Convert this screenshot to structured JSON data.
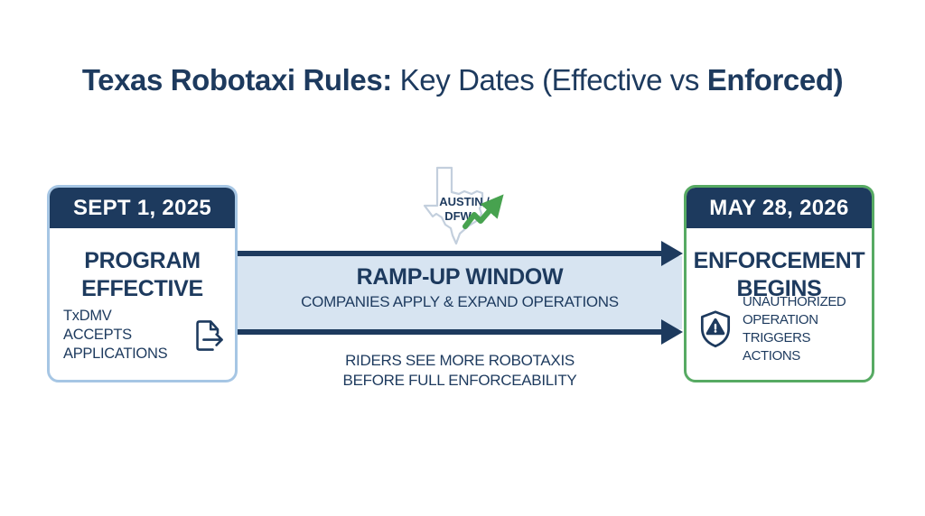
{
  "title": {
    "bold_prefix": "Texas Robotaxi Rules:",
    "regular": " Key Dates (Effective vs ",
    "bold_suffix": "Enforced)"
  },
  "left_card": {
    "date": "SEPT 1, 2025",
    "title_line1": "PROGRAM",
    "title_line2": "EFFECTIVE",
    "note_line1": "TxDMV ACCEPTS",
    "note_line2": "APPLICATIONS",
    "icon": "document-export-icon"
  },
  "right_card": {
    "date": "MAY 28, 2026",
    "title_line1": "ENFORCEMENT",
    "title_line2": "BEGINS",
    "note_line1": "UNAUTHORIZED",
    "note_line2": "OPERATION",
    "note_line3": "TRIGGERS ACTIONS",
    "icon": "shield-alert-icon"
  },
  "timeline": {
    "map_label_line1": "AUSTIN /",
    "map_label_line2": "DFW",
    "band_title": "RAMP-UP WINDOW",
    "band_subtitle": "COMPANIES APPLY & EXPAND OPERATIONS",
    "footnote_line1": "RIDERS SEE MORE ROBOTAXIS",
    "footnote_line2": "BEFORE FULL ENFORCEABILITY"
  },
  "colors": {
    "navy": "#1d3a5e",
    "card_border_blue": "#a6c6e4",
    "card_border_green": "#57aa63",
    "band_fill": "#d7e4f1",
    "growth_arrow_green": "#47a24f",
    "texas_outline": "#c3cfdd",
    "background": "#ffffff"
  }
}
